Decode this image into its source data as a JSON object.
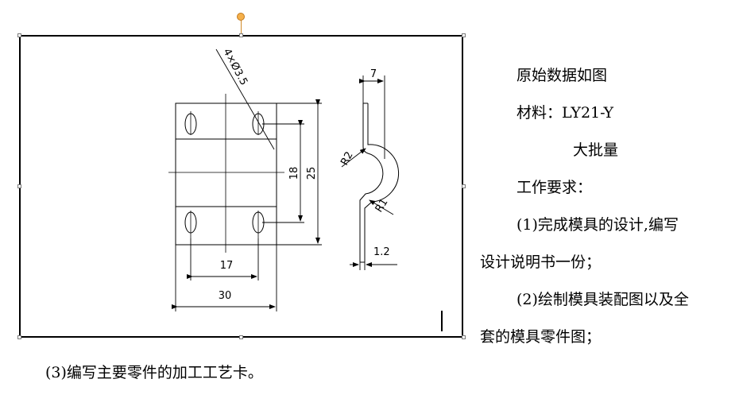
{
  "drawing": {
    "dims": {
      "hole_spec": "4×Ø3.5",
      "height_18": "18",
      "height_25": "25",
      "width_17": "17",
      "width_30": "30",
      "profile_7": "7",
      "radius_2": "R2",
      "radius_1": "R1",
      "thickness": "1.2"
    }
  },
  "text": {
    "line1": "原始数据如图",
    "line2": "材料：LY21-Y",
    "line3": "大批量",
    "line4": "工作要求：",
    "line5": "(1)完成模具的设计,编写",
    "line6": "设计说明书一份；",
    "line7": "(2)绘制模具装配图以及全",
    "line8": "套的模具零件图；",
    "line9": "(3)编写主要零件的加工工艺卡。"
  }
}
